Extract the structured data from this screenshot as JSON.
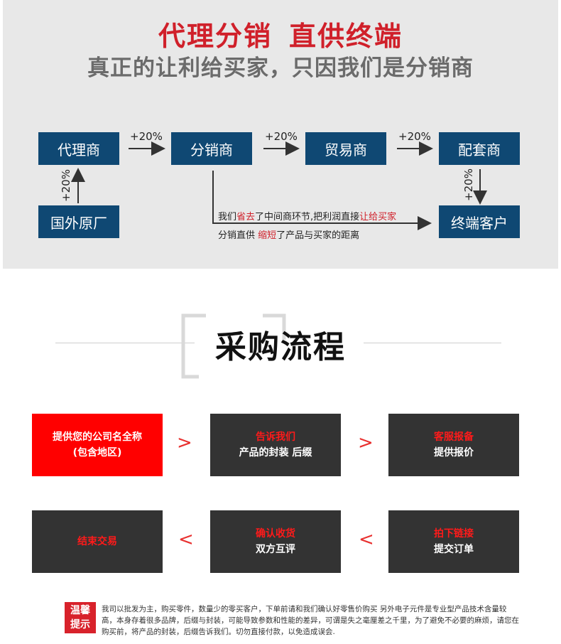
{
  "header": {
    "title_left": "代理分销",
    "title_right": "直供终端",
    "subtitle": "真正的让利给买家，只因我们是分销商"
  },
  "flow": {
    "nodes": {
      "agent": "代理商",
      "distributor": "分销商",
      "trader": "贸易商",
      "supplier": "配套商",
      "factory": "国外原厂",
      "end_customer": "终端客户"
    },
    "markup": "+20%",
    "note_line1": {
      "part1": "我们",
      "part2": "省去",
      "part3": "了中间商环节,把利润直接",
      "part4": "让给买家"
    },
    "note_line2": {
      "part1": "分销直供 ",
      "part2": "缩短",
      "part3": "了产品与买家的距离"
    }
  },
  "process": {
    "title": "采购流程",
    "steps": [
      {
        "line1": "提供您的公司名全称",
        "line2": "(包含地区)"
      },
      {
        "line1": "告诉我们",
        "line2": "产品的封装 后缀"
      },
      {
        "line1": "客服报备",
        "line2": "提供报价"
      },
      {
        "line1": "拍下链接",
        "line2": "提交订单"
      },
      {
        "line1": "确认收货",
        "line2": "双方互评"
      },
      {
        "line1": "结束交易",
        "line2": ""
      }
    ],
    "arrow_right": ">",
    "arrow_left": "<"
  },
  "notice": {
    "badge_line1": "温馨",
    "badge_line2": "提示",
    "text": "我司以批发为主，购买零件，数量少的零买客户，下单前请和我们确认好零售价购买 另外电子元件是专业型产品技术含量较高，本身存着很多品牌，后缀与封装，可能导致参数和性能的差异，可谓是失之毫厘差之千里，为了避免不必要的麻烦，请您在购买前，将产品的封装，后缀告诉我们。切勿直接付款，以免造成误会."
  },
  "colors": {
    "accent_red": "#d0202a",
    "node_blue": "#0f4873",
    "panel_gray": "#e8e8e8",
    "step_dark": "#333333"
  }
}
